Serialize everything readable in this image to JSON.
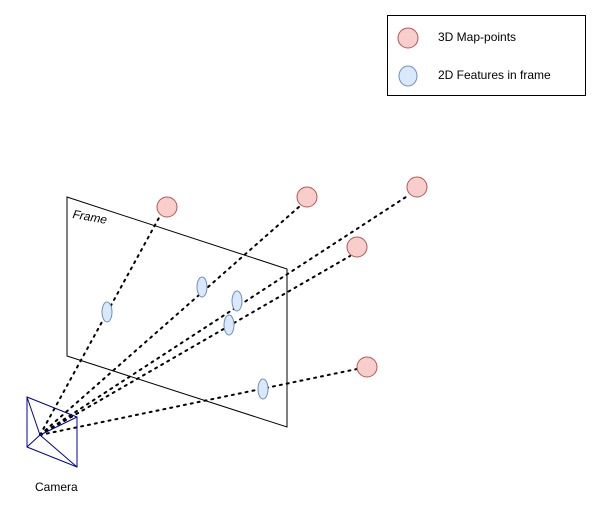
{
  "legend": {
    "items": [
      {
        "label": "3D Map-points",
        "fill": "#f8cecc",
        "stroke": "#b85450",
        "shape": "circle"
      },
      {
        "label": "2D Features in frame",
        "fill": "#dae8fc",
        "stroke": "#6c8ebf",
        "shape": "ellipse"
      }
    ]
  },
  "frame_label": "Frame",
  "camera_label": "Camera",
  "colors": {
    "map_point_fill": "#f8cecc",
    "map_point_stroke": "#b85450",
    "feature_fill": "#dae8fc",
    "feature_stroke": "#6c8ebf",
    "camera_stroke": "#000099",
    "ray": "#000000"
  }
}
